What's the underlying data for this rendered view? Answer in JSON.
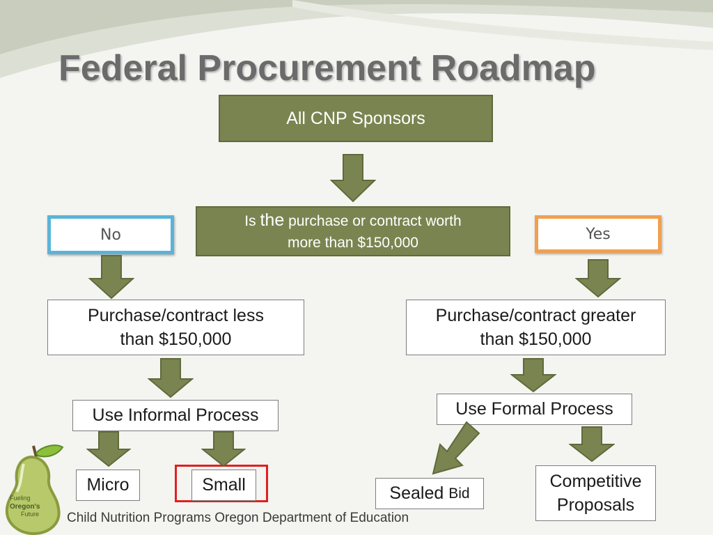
{
  "title": "Federal Procurement Roadmap",
  "nodes": {
    "sponsors": "All CNP Sponsors",
    "question_a": "Is ",
    "question_b": "the",
    "question_c": " purchase or contract worth",
    "question_d": "more than $150,000",
    "no": "No",
    "yes": "Yes",
    "less_a": "Purchase/contract less",
    "less_b": "than $150,000",
    "greater_a": "Purchase/contract greater",
    "greater_b": "than $150,000",
    "informal": "Use Informal Process",
    "formal": "Use Formal Process",
    "micro": "Micro",
    "small": "Small",
    "sealed_a": "Sealed ",
    "sealed_b": "Bid",
    "competitive_a": "Competitive",
    "competitive_b": "Proposals"
  },
  "logo": {
    "line1": "Fueling",
    "line2": "Oregon's",
    "line3": "Future"
  },
  "footer": "Child Nutrition Programs Oregon Department of Education",
  "colors": {
    "olive": "#7a8450",
    "no_border": "#5ab4d8",
    "yes_border": "#f0a050",
    "highlight": "#e02020"
  }
}
